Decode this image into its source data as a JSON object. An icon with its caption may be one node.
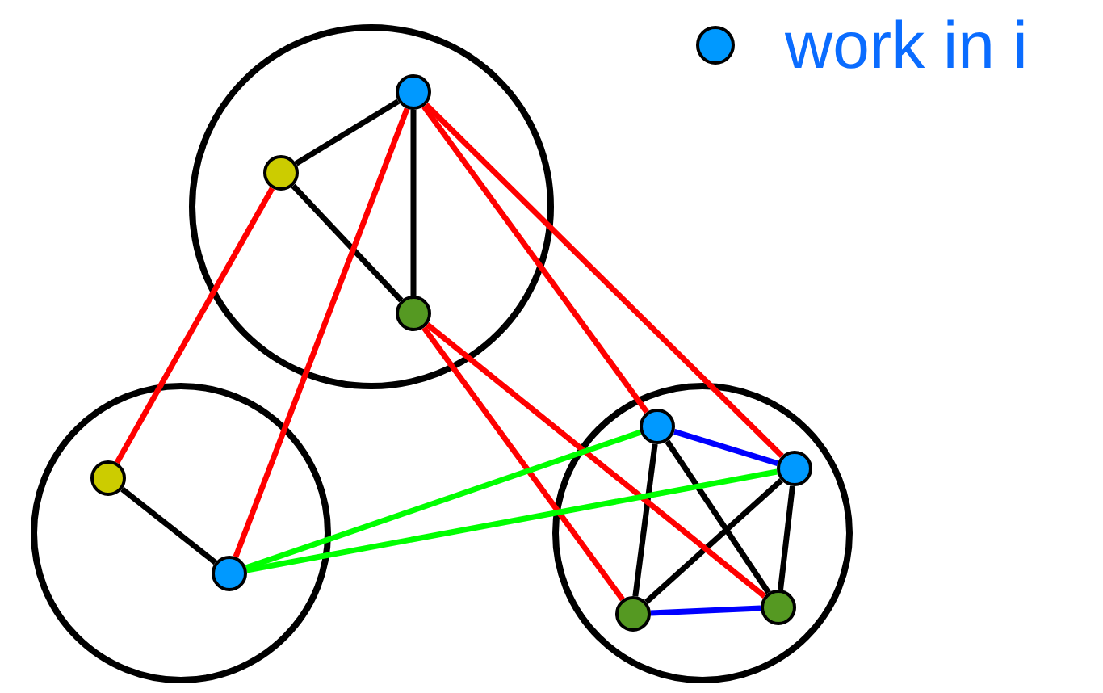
{
  "diagram": {
    "nodes": [
      {
        "text": [],
        "shape": "circle"
      },
      {
        "text": [],
        "shape": "circle",
        "in": 0
      },
      {
        "text": [],
        "shape": "circle",
        "in": 0
      },
      {
        "text": [],
        "shape": "circle",
        "in": 0
      },
      {
        "text": [],
        "shape": "circle"
      },
      {
        "text": [],
        "shape": "circle",
        "in": 4
      },
      {
        "text": [],
        "shape": "circle",
        "in": 4
      },
      {
        "text": [],
        "shape": "circle"
      },
      {
        "text": [],
        "shape": "circle",
        "in": 7
      },
      {
        "text": [],
        "shape": "circle",
        "in": 7
      },
      {
        "text": [],
        "shape": "circle",
        "in": 7
      },
      {
        "text": [],
        "shape": "circle",
        "in": 7
      }
    ],
    "edges": [
      {
        "from": 1,
        "to": 2,
        "arrow": "none"
      },
      {
        "from": 1,
        "to": 3,
        "arrow": "none"
      },
      {
        "from": 2,
        "to": 3,
        "arrow": "none"
      },
      {
        "from": 5,
        "to": 6,
        "arrow": "none"
      },
      {
        "from": 8,
        "to": 10,
        "arrow": "none"
      },
      {
        "from": 8,
        "to": 11,
        "arrow": "none"
      },
      {
        "from": 9,
        "to": 10,
        "arrow": "none"
      },
      {
        "from": 9,
        "to": 11,
        "arrow": "none"
      },
      {
        "from": 8,
        "to": 9,
        "arrow": "none",
        "color": "#0000ff"
      },
      {
        "from": 10,
        "to": 11,
        "arrow": "none",
        "color": "#0000ff"
      },
      {
        "from": 2,
        "to": 5,
        "arrow": "none",
        "color": "#ff0000"
      },
      {
        "from": 1,
        "to": 6,
        "arrow": "none",
        "color": "#ff0000"
      },
      {
        "from": 1,
        "to": 8,
        "arrow": "none",
        "color": "#ff0000"
      },
      {
        "from": 1,
        "to": 9,
        "arrow": "none",
        "color": "#ff0000"
      },
      {
        "from": 3,
        "to": 10,
        "arrow": "none",
        "color": "#ff0000"
      },
      {
        "from": 3,
        "to": 11,
        "arrow": "none",
        "color": "#ff0000"
      },
      {
        "from": 6,
        "to": 8,
        "arrow": "none",
        "color": "#00ff00"
      },
      {
        "from": 6,
        "to": 9,
        "arrow": "none",
        "color": "#00ff00"
      }
    ],
    "legend": [
      {
        "text": "work in i",
        "color": "#0099ff"
      }
    ]
  }
}
